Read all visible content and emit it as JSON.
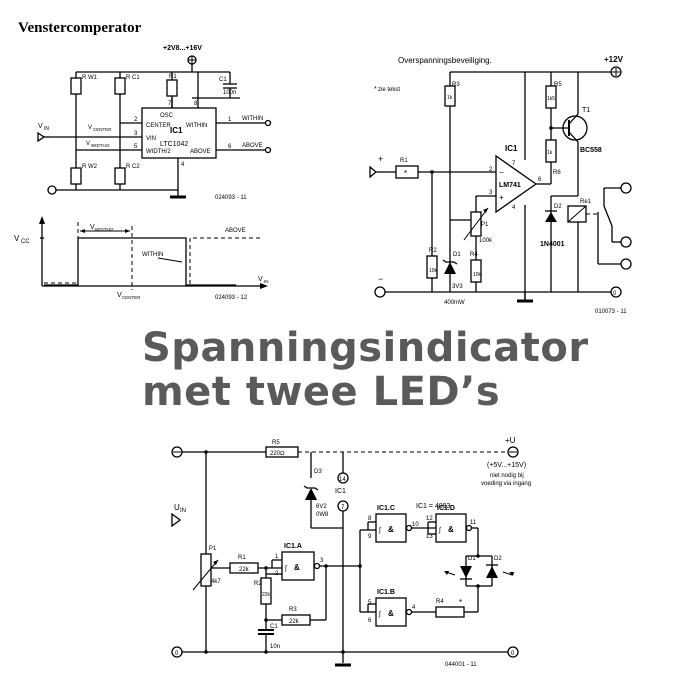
{
  "page_title": "Venstercomperator",
  "article_title_line1": "Spanningsindicator",
  "article_title_line2": "met twee LED’s",
  "circuit_window": {
    "supply": "+2V8...+16V",
    "ic_name": "IC1",
    "ic_part": "LTC1042",
    "pins": {
      "osc": "OSC",
      "center": "CENTER",
      "vin": "VIN",
      "width": "WIDTH/2",
      "within": "WITHIN",
      "above": "ABOVE"
    },
    "pin_numbers": [
      "7",
      "8",
      "2",
      "3",
      "5",
      "1",
      "6",
      "4"
    ],
    "resistors": [
      "R W1",
      "R C1",
      "R1",
      "R C2",
      "R W2"
    ],
    "cap": "C1",
    "cap_value": "100n",
    "vin_label": "V",
    "vin_sub": "IN",
    "vcenter_label": "V",
    "vcenter_sub": "CENTER",
    "vwidth_label": "V",
    "vwidth_sub": "WIDTH/2",
    "out_within": "WITHIN",
    "out_above": "ABOVE",
    "code": "024093 - 11"
  },
  "circuit_graph": {
    "vcc": "V",
    "vcc_sub": "CC",
    "vwidth": "V",
    "vwidth_sub": "WIDTH/2",
    "above": "ABOVE",
    "within": "WITHIN",
    "vin": "V",
    "vin_sub": "IN",
    "vcenter": "V",
    "vcenter_sub": "CENTER",
    "code": "024093 - 12"
  },
  "circuit_over": {
    "title": "Overspanningsbeveiliging.",
    "note": "zie tekst",
    "supply": "+12V",
    "ic_name": "IC1",
    "ic_part": "LM741",
    "pin_numbers": [
      "7",
      "2",
      "3",
      "4",
      "6"
    ],
    "r1": "R1",
    "r2": "R2",
    "r2_value": "10k",
    "r3": "R3",
    "r3_value": "1k",
    "r4": "R4",
    "r4_value": "10k",
    "r5": "R5",
    "r5_value": "1k5",
    "r6": "R6",
    "r6_value": "1k",
    "p1": "P1",
    "p1_value": "100k",
    "d1": "D1",
    "d1_value": "3V3",
    "d1_power": "400mW",
    "d2": "D2",
    "d2_part": "1N4001",
    "t1": "T1",
    "t1_part": "BC558",
    "relay": "Re1",
    "plus": "+",
    "minus": "−",
    "code": "010073 - 11"
  },
  "circuit_leds": {
    "supply": "+U",
    "supply_range": "(+5V...+15V)",
    "note_line1": "niet nodig bij",
    "note_line2": "voeding via ingang",
    "ic_spec": "IC1 = 4093",
    "uin": "U",
    "uin_sub": "IN",
    "r5": "R5",
    "r5_value": "220Ω",
    "d3": "D3",
    "d3_value1": "6V2",
    "d3_value2": "0W8",
    "pin14": "14",
    "pin7": "7",
    "ic1": "IC1",
    "p1": "P1",
    "p1_value": "4k7",
    "r1": "R1",
    "r1_value": "22k",
    "r2": "R2",
    "r2_value": "22k",
    "r3": "R3",
    "r3_value": "22k",
    "r4": "R4",
    "c1": "C1",
    "c1_value": "10n",
    "gate_a": "IC1.A",
    "gate_b": "IC1.B",
    "gate_c": "IC1.C",
    "gate_d": "IC1.D",
    "amp": "&",
    "d1": "D1",
    "d2": "D2",
    "gate_pins": [
      "1",
      "2",
      "3",
      "8",
      "9",
      "10",
      "12",
      "13",
      "11",
      "5",
      "6",
      "4"
    ],
    "zero": "0",
    "code": "044001 - 11"
  }
}
